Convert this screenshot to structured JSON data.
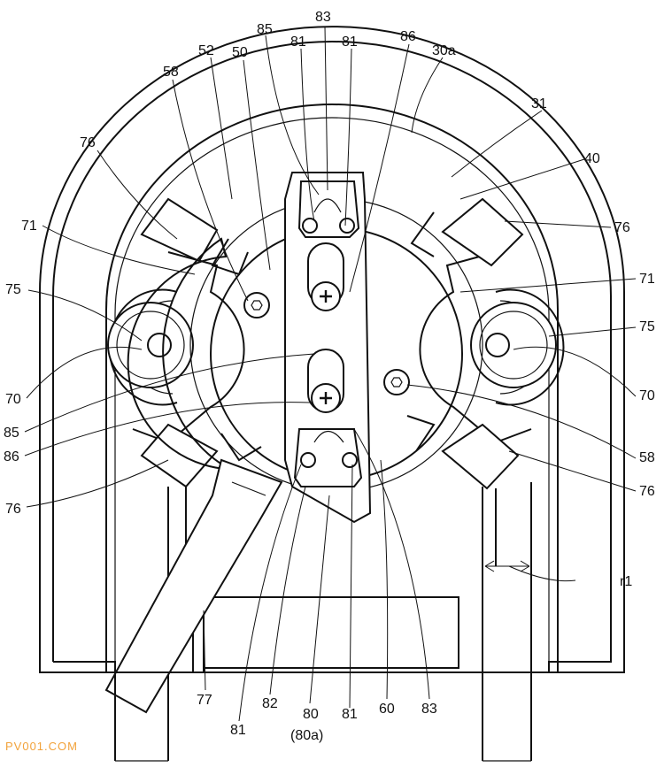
{
  "watermark": "PV001.COM",
  "labels": {
    "l83_top": "83",
    "l85_top": "85",
    "l81_top_a": "81",
    "l81_top_b": "81",
    "l86_top": "86",
    "l30a": "30a",
    "l52": "52",
    "l50": "50",
    "l58_top": "58",
    "l31": "31",
    "l76_tl": "76",
    "l40": "40",
    "l71_l": "71",
    "l76_tr": "76",
    "l75_l": "75",
    "l71_r": "71",
    "l75_r": "75",
    "l70_l": "70",
    "l70_r": "70",
    "l85_l": "85",
    "l86_l": "86",
    "l58_r": "58",
    "l76_bl": "76",
    "l76_br": "76",
    "l_r1": "r1",
    "l77": "77",
    "l81_bot_a": "81",
    "l82": "82",
    "l80": "80",
    "l80a": "(80a)",
    "l81_bot_b": "81",
    "l60": "60",
    "l83_bot": "83"
  },
  "icons": {
    "screws": [
      "phillips-screw-icon",
      "phillips-screw-icon"
    ],
    "bolts": [
      "hex-socket-bolt-icon",
      "hex-socket-bolt-icon"
    ]
  }
}
